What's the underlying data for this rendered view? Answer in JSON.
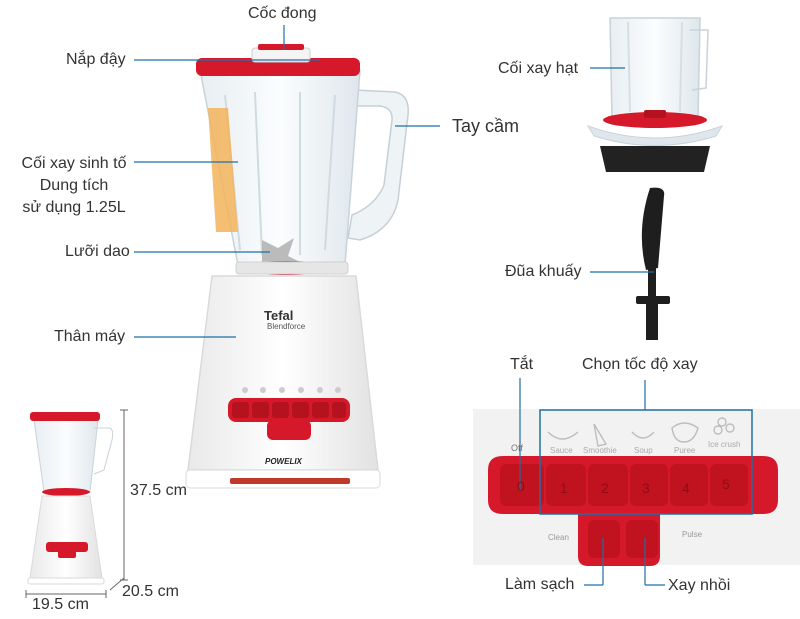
{
  "labels": {
    "coc_dong": "Cốc đong",
    "nap_day": "Nắp đậy",
    "coi_xay_sinh_to_1": "Cối xay sinh tố",
    "coi_xay_sinh_to_2": "Dung tích",
    "coi_xay_sinh_to_3": "sử dụng 1.25L",
    "luoi_dao": "Lưỡi dao",
    "than_may": "Thân máy",
    "tay_cam": "Tay cầm",
    "coi_xay_hat": "Cối xay hạt",
    "dua_khuay": "Đũa khuấy",
    "tat": "Tắt",
    "chon_toc_do": "Chọn tốc độ xay",
    "lam_sach": "Làm sạch",
    "xay_nhoi": "Xay nhồi"
  },
  "dimensions": {
    "height": "37.5 cm",
    "depth": "20.5 cm",
    "width": "19.5 cm"
  },
  "brand": {
    "name": "Tefal",
    "model": "Blendforce",
    "badge": "POWELIX"
  },
  "panel": {
    "off": "Off",
    "modes": [
      "Sauce",
      "Smoothie",
      "Soup",
      "Puree",
      "Ice crush"
    ],
    "speeds": [
      "0",
      "1",
      "2",
      "3",
      "4",
      "5"
    ],
    "clean": "Clean",
    "pulse": "Pulse"
  },
  "colors": {
    "accent_red": "#d6192a",
    "line": "#1e6fa8"
  }
}
